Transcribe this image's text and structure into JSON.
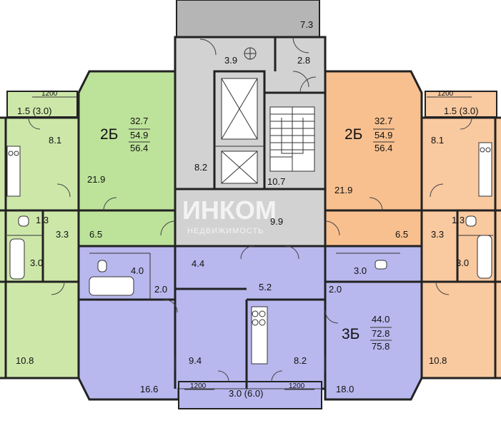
{
  "colors": {
    "apt_left": "#bde39a",
    "apt_right": "#f8c08f",
    "apt_bottom": "#b8b8ee",
    "common": "#d2d2d2",
    "balcony_top": "#b5b5b5",
    "green_bg": "#cde7a9",
    "orange_bg": "#f9c9a0"
  },
  "watermark": {
    "brand": "ИНКОМ",
    "subtitle": "НЕДВИЖИМОСТЬ"
  },
  "apartments": {
    "left": {
      "type": "2Б",
      "living": "32.7",
      "total": "54.9",
      "gross": "56.4"
    },
    "right": {
      "type": "2Б",
      "living": "32.7",
      "total": "54.9",
      "gross": "56.4"
    },
    "bottom": {
      "type": "3Б",
      "living": "44.0",
      "total": "72.8",
      "gross": "75.8"
    }
  },
  "areas": {
    "balcony_top": "7.3",
    "stair_upper": "3.9",
    "vestibule": "2.8",
    "hall_lift": "8.2",
    "stair": "10.7",
    "corridor_main": "9.9",
    "left_kitchen_edge": "8.1",
    "left_room": "21.9",
    "left_bath": "1.3",
    "left_wc": "3.3",
    "left_hall": "6.5",
    "left_bathroom": "3.0",
    "left_room_far": "10.8",
    "left_balcony": "1.5 (3.0)",
    "right_kitchen_edge": "8.1",
    "right_room": "21.9",
    "right_bath": "1.3",
    "right_wc": "3.3",
    "right_hall": "6.5",
    "right_bathroom": "3.0",
    "right_room_far": "10.8",
    "right_balcony": "1.5 (3.0)",
    "b_bath": "4.0",
    "b_hall_small": "4.4",
    "b_corr": "5.2",
    "b_wc_left": "2.0",
    "b_bath_right": "3.0",
    "b_wc_right": "2.0",
    "b_room_left": "16.6",
    "b_room_mid": "9.4",
    "b_kitchen": "8.2",
    "b_room_right": "18.0",
    "b_balcony": "3.0 (6.0)"
  },
  "dims": {
    "left_top": "1200",
    "right_top": "1200",
    "bottom_left": "1200",
    "bottom_right": "1200"
  }
}
